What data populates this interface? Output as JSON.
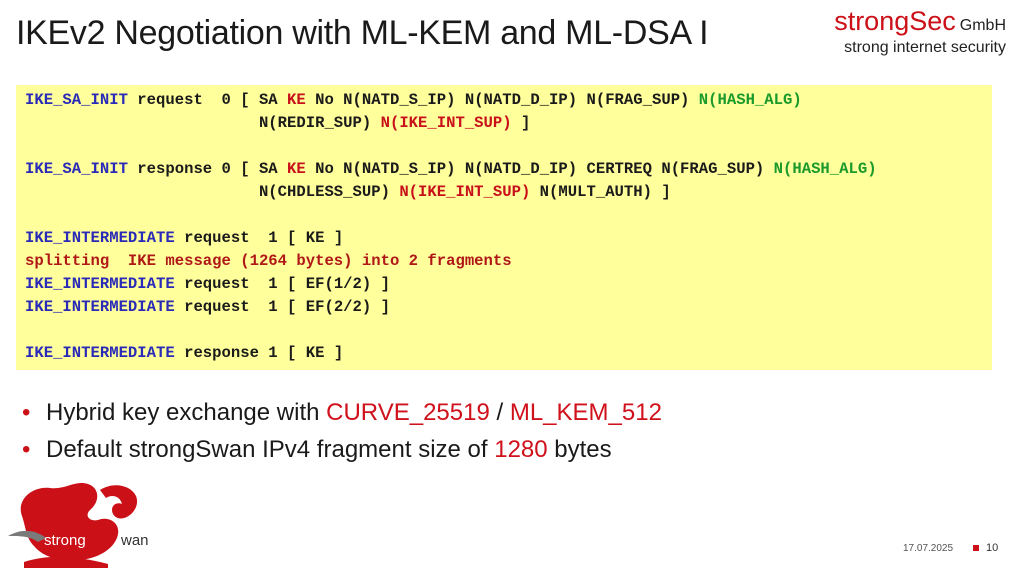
{
  "slide": {
    "title": "IKEv2 Negotiation with ML-KEM and ML-DSA  I"
  },
  "brand": {
    "name": "strongSec",
    "suffix": "GmbH",
    "tagline": "strong internet security"
  },
  "log": {
    "lines": [
      [
        {
          "t": "IKE_SA_INIT",
          "c": "blue"
        },
        {
          "t": " request  0 [ SA ",
          "c": "dark"
        },
        {
          "t": "KE",
          "c": "red"
        },
        {
          "t": " No N(NATD_S_IP) N(NATD_D_IP) N(FRAG_SUP) ",
          "c": "dark"
        },
        {
          "t": "N(HASH_ALG)",
          "c": "green"
        }
      ],
      [
        {
          "t": "                         N(REDIR_SUP) ",
          "c": "dark"
        },
        {
          "t": "N(IKE_INT_SUP)",
          "c": "red"
        },
        {
          "t": " ]",
          "c": "dark"
        }
      ],
      [],
      [
        {
          "t": "IKE_SA_INIT",
          "c": "blue"
        },
        {
          "t": " response 0 [ SA ",
          "c": "dark"
        },
        {
          "t": "KE",
          "c": "red"
        },
        {
          "t": " No N(NATD_S_IP) N(NATD_D_IP) CERTREQ N(FRAG_SUP) ",
          "c": "dark"
        },
        {
          "t": "N(HASH_ALG)",
          "c": "green"
        }
      ],
      [
        {
          "t": "                         N(CHDLESS_SUP) ",
          "c": "dark"
        },
        {
          "t": "N(IKE_INT_SUP)",
          "c": "red"
        },
        {
          "t": " N(MULT_AUTH) ]",
          "c": "dark"
        }
      ],
      [],
      [
        {
          "t": "IKE_INTERMEDIATE",
          "c": "blue"
        },
        {
          "t": " request  1 [ KE ]",
          "c": "dark"
        }
      ],
      [
        {
          "t": "splitting  IKE message (1264 bytes) into 2 fragments",
          "c": "darkred"
        }
      ],
      [
        {
          "t": "IKE_INTERMEDIATE",
          "c": "blue"
        },
        {
          "t": " request  1 [ EF(1/2) ]",
          "c": "dark"
        }
      ],
      [
        {
          "t": "IKE_INTERMEDIATE",
          "c": "blue"
        },
        {
          "t": " request  1 [ EF(2/2) ]",
          "c": "dark"
        }
      ],
      [],
      [
        {
          "t": "IKE_INTERMEDIATE",
          "c": "blue"
        },
        {
          "t": " response 1 [ KE ]",
          "c": "dark"
        }
      ]
    ]
  },
  "bullets": [
    {
      "parts": [
        {
          "t": "Hybrid key exchange with ",
          "accent": false
        },
        {
          "t": "CURVE_25519",
          "accent": true
        },
        {
          "t": " / ",
          "accent": false
        },
        {
          "t": "ML_KEM_512",
          "accent": true
        }
      ]
    },
    {
      "parts": [
        {
          "t": "Default strongSwan IPv4 fragment size of ",
          "accent": false
        },
        {
          "t": "1280",
          "accent": true
        },
        {
          "t": " bytes",
          "accent": false
        }
      ]
    }
  ],
  "logo": {
    "text_left": "strong",
    "text_right": "wan"
  },
  "footer": {
    "date": "17.07.2025",
    "page": "10"
  },
  "colors": {
    "brand_red": "#cc1018",
    "log_background": "#ffff9c",
    "log_keyword_blue": "#2a2ab8",
    "log_highlight_red": "#c8101a",
    "log_highlight_green": "#1a9a2a",
    "accent_red": "#d0101a"
  },
  "icons": {
    "bullet": "bullet-dot-icon",
    "logo": "strongswan-swan-logo"
  }
}
